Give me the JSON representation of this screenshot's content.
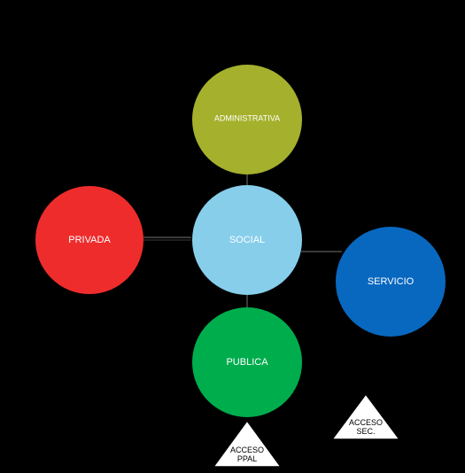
{
  "nodes": {
    "administrativa": {
      "label": "ADMINISTRATIVA",
      "color": "#a5b12d"
    },
    "social": {
      "label": "SOCIAL",
      "color": "#87ceeb"
    },
    "privada": {
      "label": "PRIVADA",
      "color": "#ee2c2c"
    },
    "servicio": {
      "label": "SERVICIO",
      "color": "#0868bf"
    },
    "publica": {
      "label": "PUBLICA",
      "color": "#00ad4d"
    }
  },
  "access": {
    "principal": {
      "line1": "ACCESO",
      "line2": "PPAL"
    },
    "secundario": {
      "line1": "ACCESO",
      "line2": "SEC."
    }
  },
  "colors": {
    "background": "#000000",
    "connector": "#3a3a3a",
    "triangle_fill": "#ffffff",
    "triangle_stroke": "#000000"
  }
}
